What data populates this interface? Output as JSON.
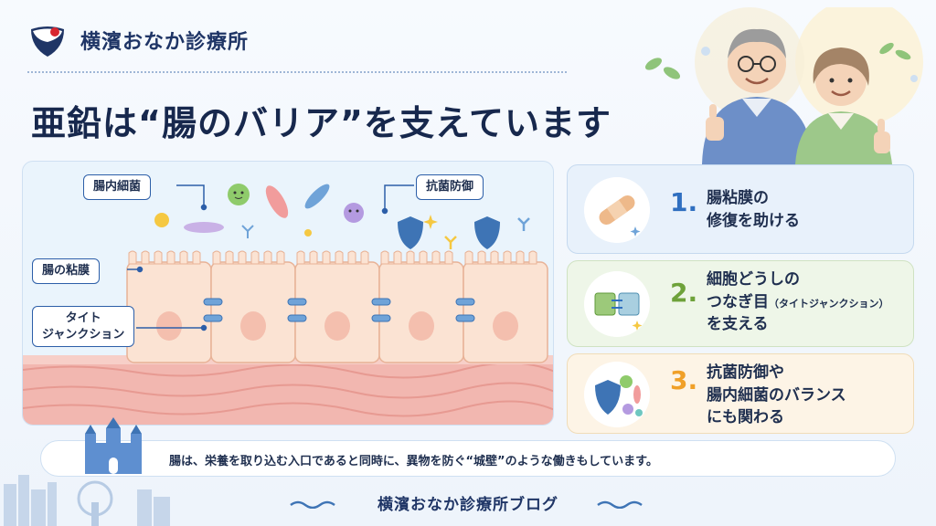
{
  "header": {
    "clinic_name": "横濱おなか診療所",
    "title": "亜鉛は“腸のバリア”を支えています"
  },
  "illustration": {
    "labels": {
      "bacteria": "腸内細菌",
      "defense": "抗菌防御",
      "mucosa": "腸の粘膜",
      "junction_line1": "タイト",
      "junction_line2": "ジャンクション"
    }
  },
  "cards": [
    {
      "number": "1.",
      "line1": "腸粘膜の",
      "line2": "修復を助ける",
      "color": "#2f6fc0",
      "icon": "bandage-icon"
    },
    {
      "number": "2.",
      "line1": "細胞どうしの",
      "line2": "つなぎ目",
      "line2_small": "（タイトジャンクション）",
      "line3": "を支える",
      "color": "#6ea23a",
      "icon": "cell-junction-icon"
    },
    {
      "number": "3.",
      "line1": "抗菌防御や",
      "line2": "腸内細菌のバランス",
      "line3": "にも関わる",
      "color": "#f0a028",
      "icon": "shield-bacteria-icon"
    }
  ],
  "banner": {
    "text": "腸は、栄養を取り込む入口であると同時に、異物を防ぐ“城壁”のような働きもしています。",
    "icon": "castle-icon"
  },
  "footer": {
    "text": "横濱おなか診療所ブログ"
  },
  "colors": {
    "navy": "#1f3566",
    "blue": "#2f6fc0",
    "green": "#6ea23a",
    "orange": "#f0a028",
    "logo_red": "#d8262f"
  }
}
